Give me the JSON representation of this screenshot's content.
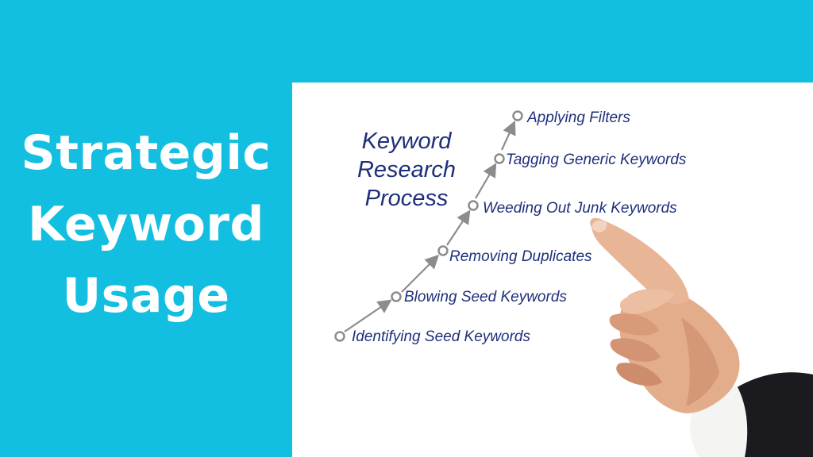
{
  "heading": {
    "lines": [
      "Strategic",
      "Keyword",
      "Usage"
    ]
  },
  "diagram": {
    "title_lines": [
      "Keyword",
      "Research",
      "Process"
    ],
    "steps": [
      "Identifying Seed Keywords",
      "Blowing Seed Keywords",
      "Removing Duplicates",
      "Weeding Out Junk Keywords",
      "Tagging Generic Keywords",
      "Applying Filters"
    ]
  },
  "colors": {
    "background": "#12bfe0",
    "panel": "#ffffff",
    "heading_text": "#ffffff",
    "diagram_text": "#1e2f7a",
    "arrow": "#8c8c8c"
  },
  "image": {
    "subject": "pointing-hand-icon"
  }
}
